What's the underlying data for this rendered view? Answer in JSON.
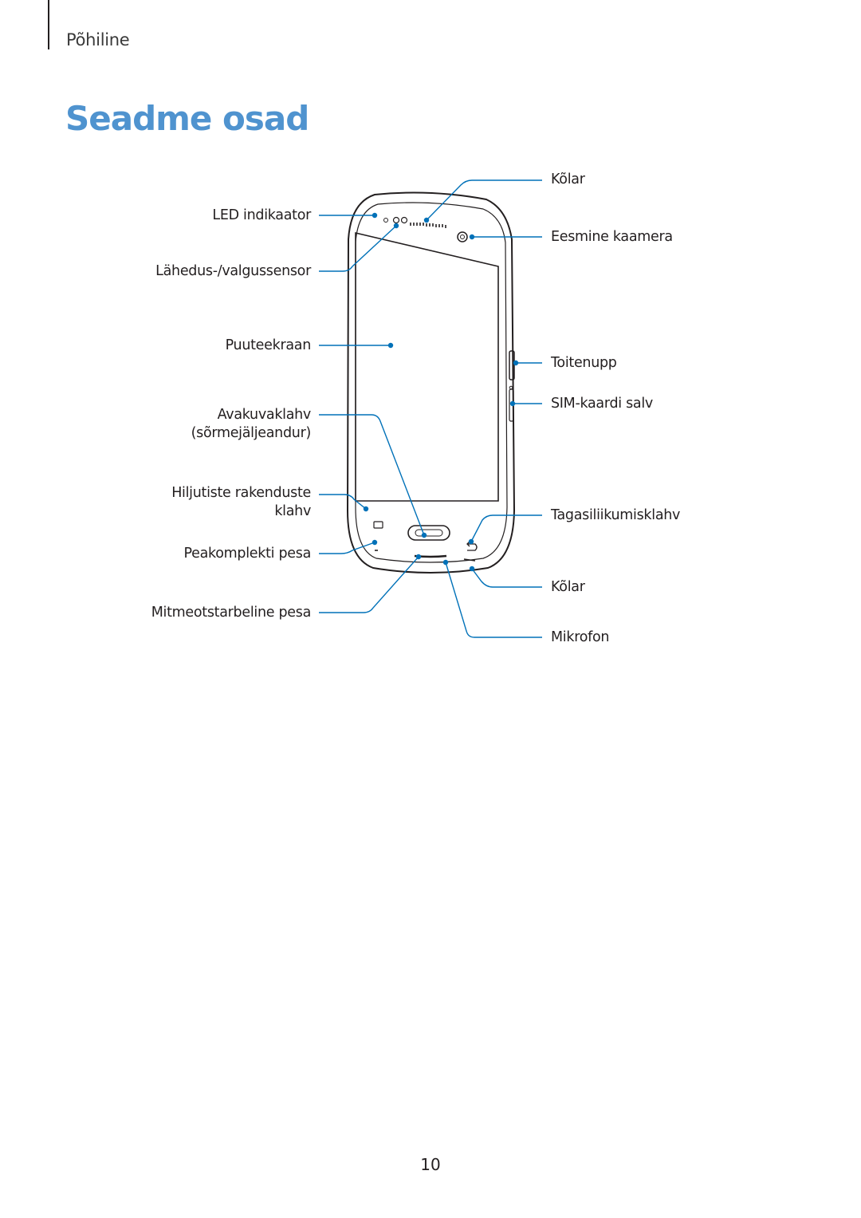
{
  "header": {
    "section": "Põhiline"
  },
  "page": {
    "title": "Seadme osad",
    "number": "10"
  },
  "labels": {
    "led": "LED indikaator",
    "proximity": "Lähedus-/valgussensor",
    "touchscreen": "Puuteekraan",
    "home_key_1": "Avakuvaklahv",
    "home_key_2": "(sõrmejäljeandur)",
    "recent_1": "Hiljutiste rakenduste",
    "recent_2": "klahv",
    "headset": "Peakomplekti pesa",
    "multipurpose": "Mitmeotstarbeline pesa",
    "speaker_top": "Kõlar",
    "front_camera": "Eesmine kaamera",
    "power": "Toitenupp",
    "sim": "SIM-kaardi salv",
    "back_key": "Tagasiliikumisklahv",
    "speaker_bottom": "Kõlar",
    "microphone": "Mikrofon"
  },
  "colors": {
    "accent": "#4f93cf",
    "callout": "#0071b8",
    "ink": "#231f20"
  }
}
